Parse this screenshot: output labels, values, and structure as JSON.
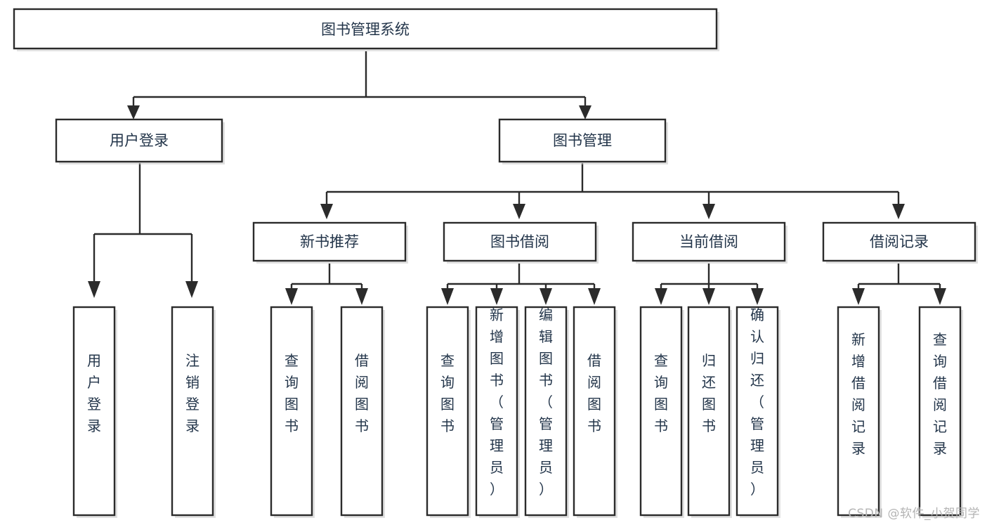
{
  "diagram": {
    "title": "图书管理系统",
    "type": "tree-hierarchy-chart",
    "root": {
      "id": "root",
      "label": "图书管理系统"
    },
    "level2": [
      {
        "id": "user-login",
        "label": "用户登录"
      },
      {
        "id": "book-manage",
        "label": "图书管理"
      }
    ],
    "level3": [
      {
        "id": "new-book-recommend",
        "label": "新书推荐"
      },
      {
        "id": "book-borrow",
        "label": "图书借阅"
      },
      {
        "id": "current-borrow",
        "label": "当前借阅"
      },
      {
        "id": "borrow-record",
        "label": "借阅记录"
      }
    ],
    "leaves": {
      "user_login": [
        {
          "id": "leaf-user-login",
          "label": "用户登录"
        },
        {
          "id": "leaf-logout-login",
          "label": "注销登录"
        }
      ],
      "new_book_recommend": [
        {
          "id": "leaf-query-book-1",
          "label": "查询图书"
        },
        {
          "id": "leaf-borrow-book-1",
          "label": "借阅图书"
        }
      ],
      "book_borrow": [
        {
          "id": "leaf-query-book-2",
          "label": "查询图书"
        },
        {
          "id": "leaf-add-book",
          "label": "新增图书（管理员）"
        },
        {
          "id": "leaf-edit-book",
          "label": "编辑图书（管理员）"
        },
        {
          "id": "leaf-borrow-book-2",
          "label": "借阅图书"
        }
      ],
      "current_borrow": [
        {
          "id": "leaf-query-book-3",
          "label": "查询图书"
        },
        {
          "id": "leaf-return-book",
          "label": "归还图书"
        },
        {
          "id": "leaf-confirm-return",
          "label": "确认归还（管理员）"
        }
      ],
      "borrow_record": [
        {
          "id": "leaf-add-record",
          "label": "新增借阅记录"
        },
        {
          "id": "leaf-query-record",
          "label": "查询借阅记录"
        }
      ]
    },
    "colors": {
      "box_stroke": "#2b2b2b",
      "box_fill": "#ffffff",
      "text": "#23354a",
      "connector": "#2b2b2b",
      "watermark": "#b4b4b4",
      "background": "#ffffff"
    }
  },
  "watermark": {
    "text": "CSDN @软件_小贺同学"
  }
}
